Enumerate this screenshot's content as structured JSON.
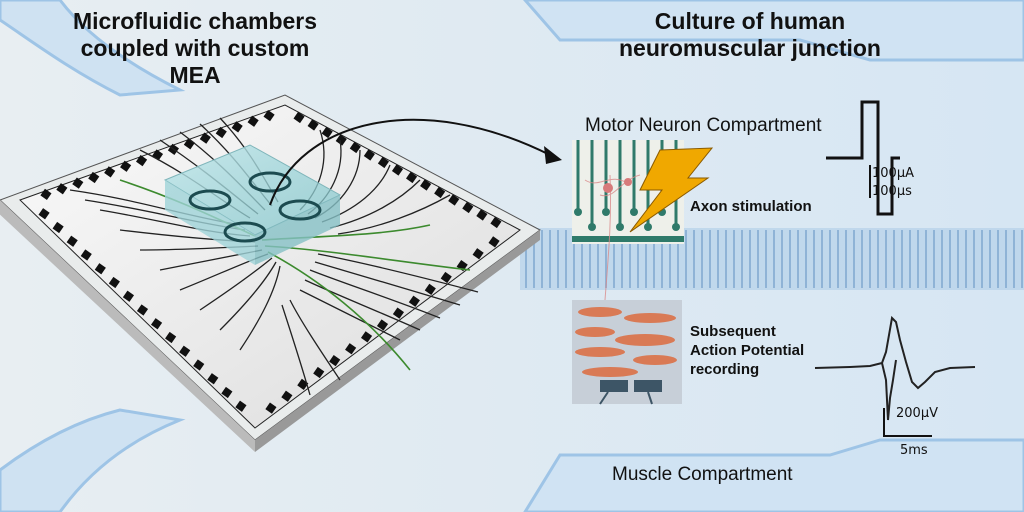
{
  "left_title": [
    "Microfluidic chambers",
    "coupled with custom MEA"
  ],
  "right_title": [
    "Culture of human",
    "neuromuscular junction"
  ],
  "motor_neuron_label": "Motor Neuron Compartment",
  "muscle_label": "Muscle Compartment",
  "axon_stimulation": "Axon stimulation",
  "stimulus_scale": {
    "current": "100μA",
    "duration": "100μs"
  },
  "recording_label": [
    "Subsequent",
    "Action Potential",
    "recording"
  ],
  "recording_scale": {
    "voltage": "200μV",
    "time": "5ms"
  },
  "colors": {
    "background": "#dde9f3",
    "chamber_blue": "#b6d4ee",
    "electrode_dark": "#1a1a1a",
    "electrode_green": "#3c8a2e",
    "lightning": "#f0a800",
    "muscle": "#d97a55"
  }
}
